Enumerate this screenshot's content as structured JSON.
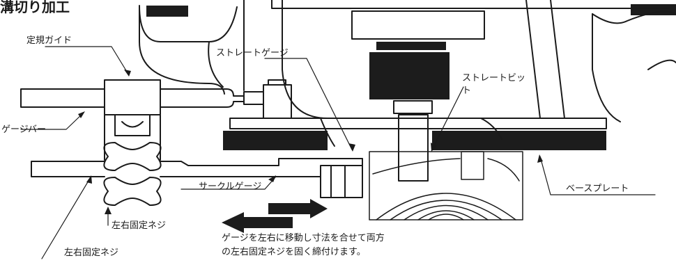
{
  "title": "溝切り加工",
  "labels": {
    "guide": "定規ガイド",
    "straight_gauge": "ストレートゲージ",
    "straight_bit": "ストレートビット",
    "gauge_bar": "ゲージバー",
    "circle_gauge": "サークルゲージ",
    "base_plate": "ベースプレート",
    "lr_screw_1": "左右固定ネジ",
    "lr_screw_2": "左右固定ネジ"
  },
  "instruction": {
    "line1": "ゲージを左右に移動し寸法を合せて両方",
    "line2": "の左右固定ネジを固く締付けます。"
  },
  "colors": {
    "ink": "#1a1a1a",
    "paper": "#ffffff",
    "plate": "#1c1c1c"
  }
}
